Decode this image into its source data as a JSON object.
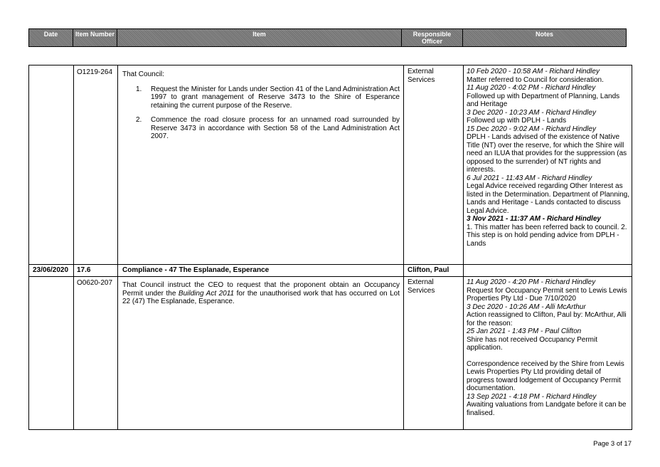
{
  "header": {
    "date": "Date",
    "item_number": "Item Number",
    "item": "Item",
    "responsible_officer": "Responsible Officer",
    "notes": "Notes"
  },
  "rows": [
    {
      "item_number": "O1219-264",
      "item_intro": "That Council:",
      "item_points": [
        {
          "num": "1.",
          "text": "Request the Minister for Lands under Section 41 of the Land Administration Act 1997 to grant management of Reserve 3473 to the Shire of Esperance retaining the current purpose of the Reserve."
        },
        {
          "num": "2.",
          "text": "Commence the road closure process for an unnamed road surrounded by Reserve 3473 in accordance with Section 58 of the Land Administration Act 2007."
        }
      ],
      "officer": "External Services",
      "notes": [
        {
          "heading": "10 Feb 2020 - 10:58 AM - Richard Hindley",
          "text": "Matter referred to Council for consideration."
        },
        {
          "heading": "11 Aug 2020 - 4:02 PM - Richard Hindley",
          "text": "Followed up with Department of Planning, Lands and Heritage"
        },
        {
          "heading": "3 Dec 2020 - 10:23 AM - Richard Hindley",
          "text": "Followed up with DPLH - Lands"
        },
        {
          "heading": "15 Dec 2020 - 9:02 AM - Richard Hindley",
          "text": "DPLH - Lands advised of the existence of Native Title (NT) over the reserve, for which the Shire will need an ILUA that provides for the suppression (as opposed to the surrender) of NT rights and interests."
        },
        {
          "heading": "6 Jul 2021 - 11:43 AM - Richard Hindley",
          "text": "Legal Advice received regarding Other Interest as listed in the Determination. Department of Planning, Lands and Heritage - Lands contacted to discuss Legal Advice."
        },
        {
          "heading": "3 Nov 2021 - 11:37 AM - Richard Hindley",
          "text": "1. This matter has been referred back to council. 2. This step is on hold pending advice from DPLH - Lands"
        }
      ]
    },
    {
      "date": "23/06/2020",
      "item_no": "17.6",
      "title": "Compliance - 47 The Esplanade, Esperance",
      "responsible": "Clifton, Paul"
    },
    {
      "item_number": "O0620-207",
      "item_text_1": "That Council instruct the CEO to request that the proponent obtain an Occupancy Permit under the ",
      "item_text_italic": "Building Act 2011",
      "item_text_2": " for the unauthorised work that has occurred on Lot 22 (47) The Esplanade, Esperance.",
      "officer": "External Services",
      "notes": [
        {
          "heading": "11 Aug 2020 - 4:20 PM - Richard Hindley",
          "text": "Request for Occupancy Permit sent to Lewis Lewis Properties Pty Ltd - Due 7/10/2020"
        },
        {
          "heading": "3 Dec 2020 - 10:26 AM - Alli McArthur",
          "text": "Action reassigned to Clifton, Paul by: McArthur, Alli for the reason:"
        },
        {
          "heading": "25 Jan 2021 - 1:43 PM - Paul Clifton",
          "text": "Shire has not received Occupancy Permit application.",
          "text2": "Correspondence received by the Shire from Lewis Lewis Properties Pty Ltd providing detail of progress toward lodgement of Occupancy Permit documentation."
        },
        {
          "heading": "13 Sep 2021 - 4:18 PM - Richard Hindley",
          "text": "Awaiting valuations from Landgate before it can be finalised."
        }
      ]
    }
  ],
  "footer": {
    "page": "Page 3 of 17"
  }
}
